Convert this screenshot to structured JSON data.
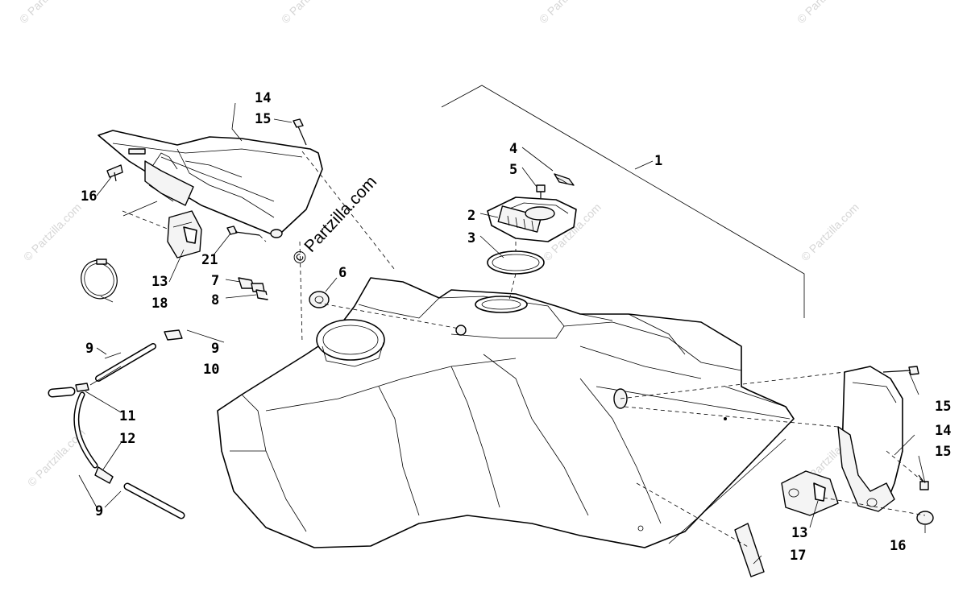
{
  "watermark_main": "© Partzilla.com",
  "watermark_faint": "© Partzilla.com",
  "callouts": {
    "c1": "1",
    "c2": "2",
    "c3": "3",
    "c4": "4",
    "c5": "5",
    "c6": "6",
    "c7": "7",
    "c8": "8",
    "c9a": "9",
    "c9b": "9",
    "c9c": "9",
    "c10": "10",
    "c11": "11",
    "c12": "12",
    "c13a": "13",
    "c13b": "13",
    "c14a": "14",
    "c14b": "14",
    "c15a": "15",
    "c15b": "15",
    "c15c": "15",
    "c16a": "16",
    "c16b": "16",
    "c17": "17",
    "c18": "18",
    "c21": "21"
  }
}
